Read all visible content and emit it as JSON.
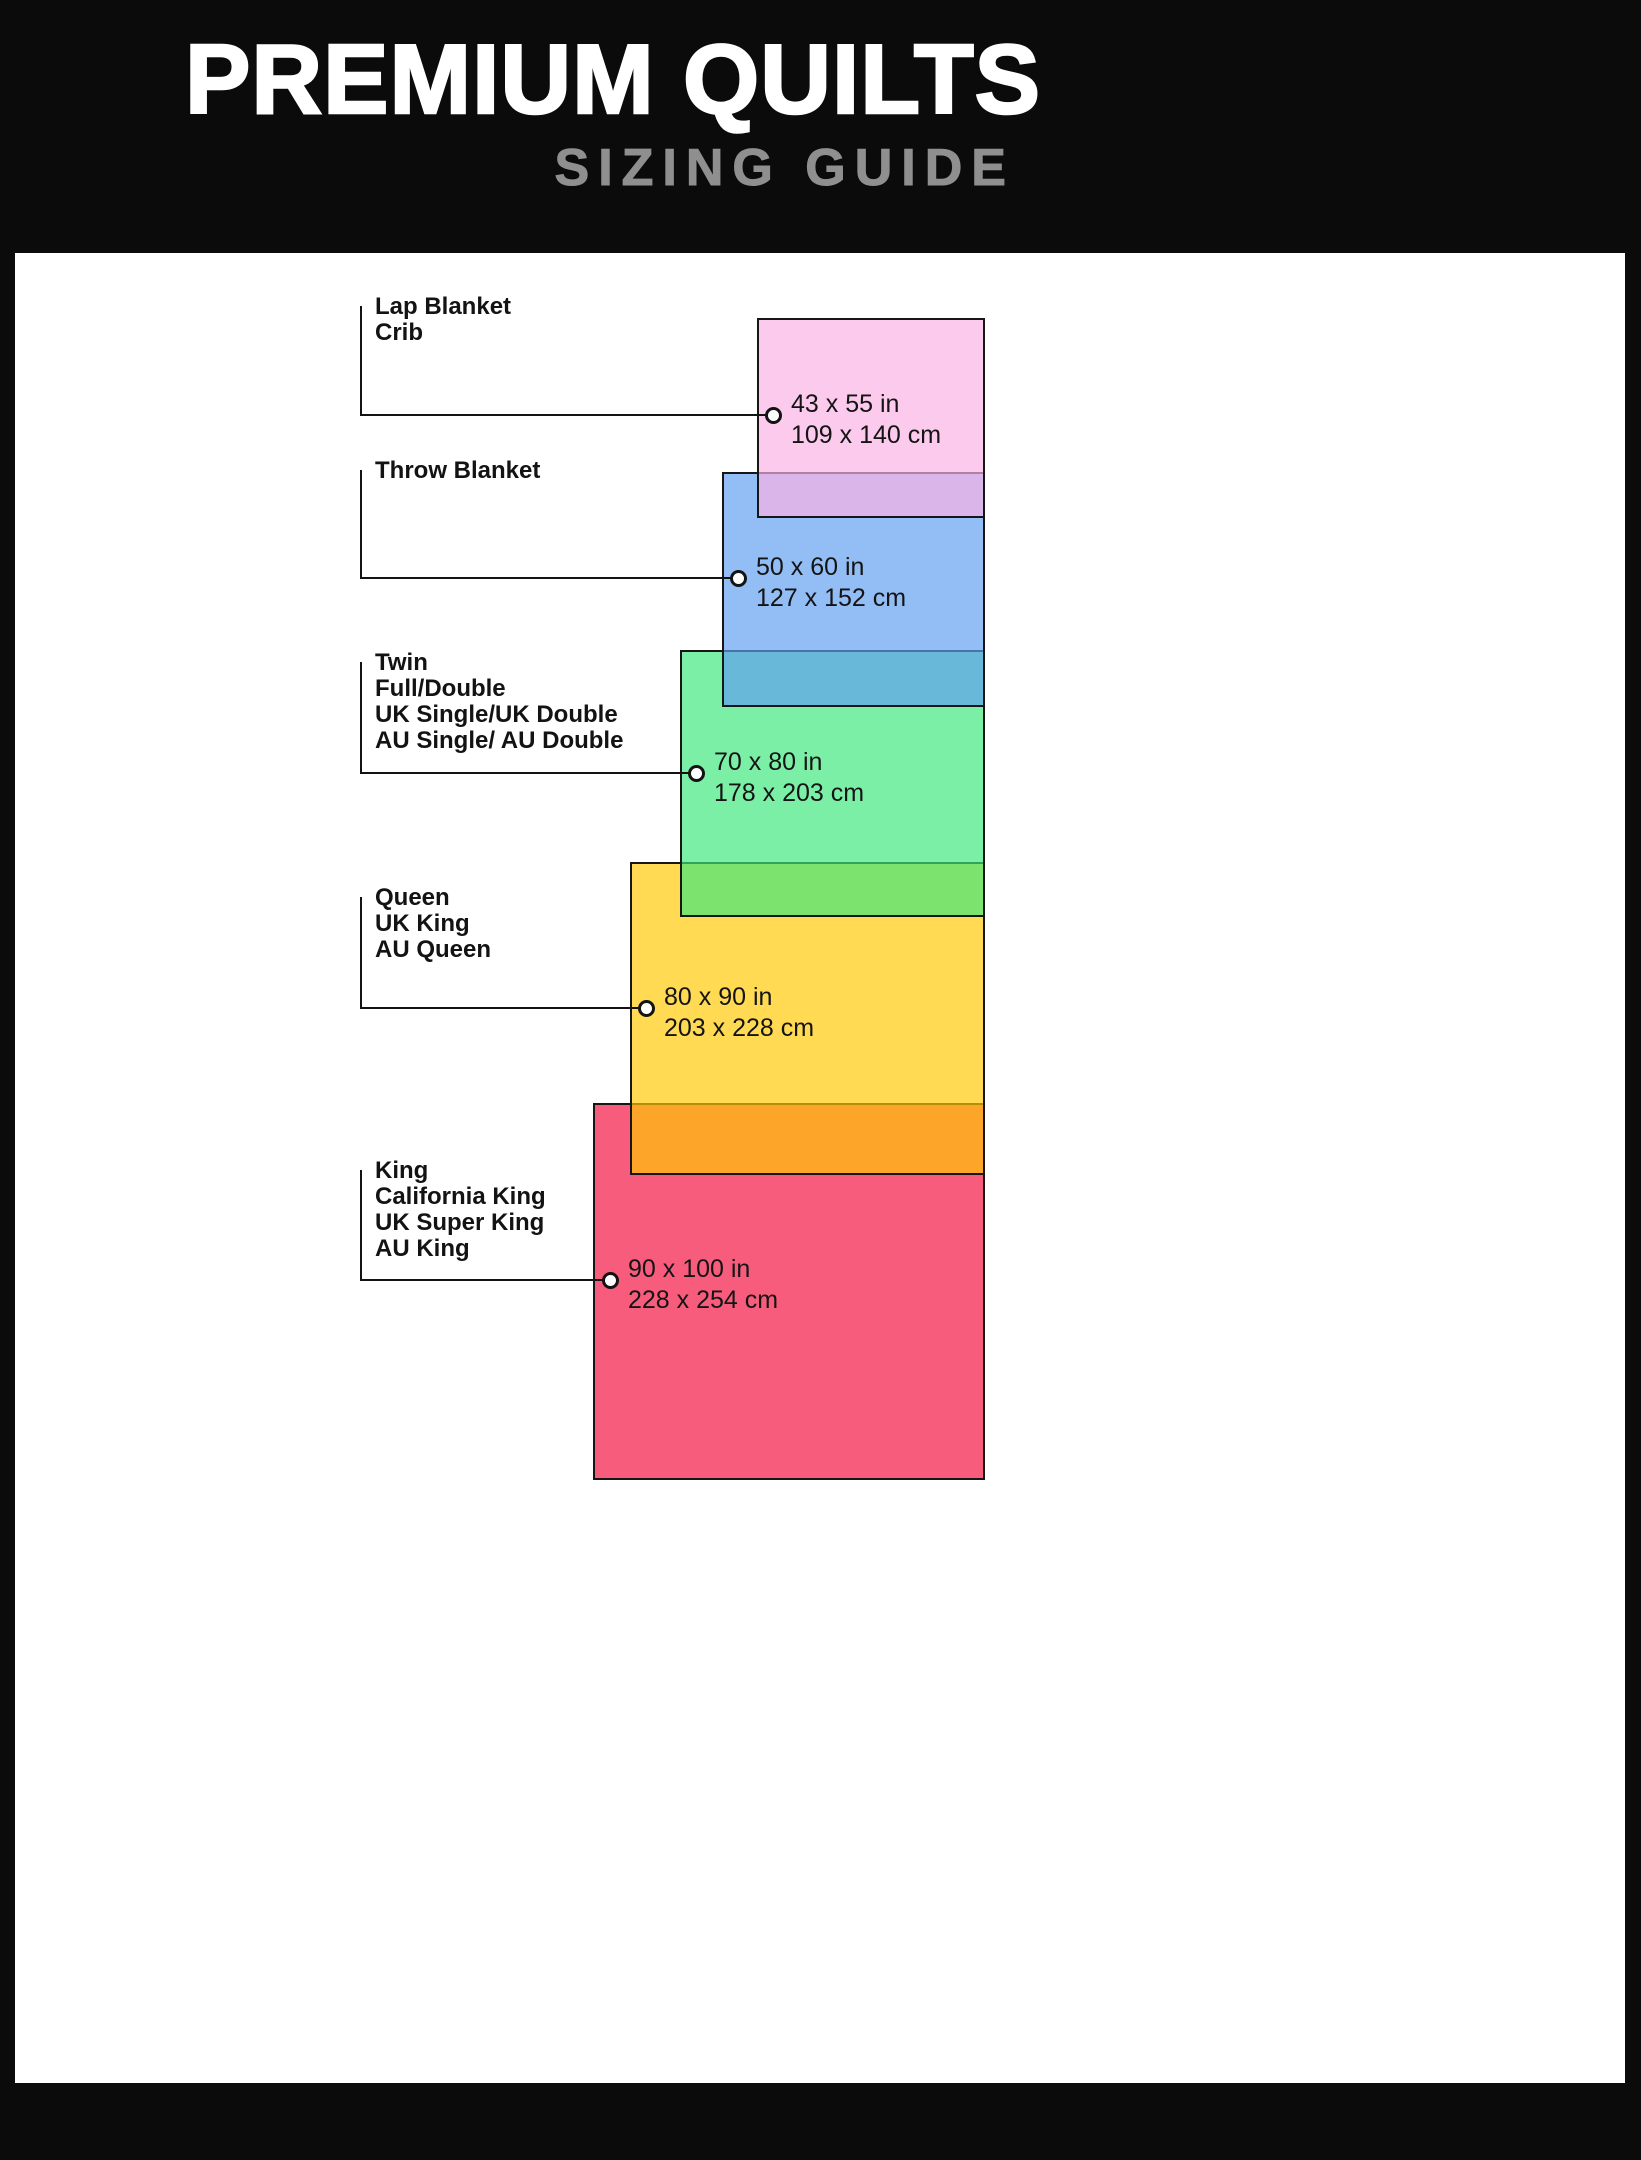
{
  "header": {
    "title": "PREMIUM QUILTS",
    "subtitle": "SIZING GUIDE",
    "background_color": "#0b0b0b",
    "title_color": "#ffffff",
    "subtitle_color": "#8f8f8f"
  },
  "panel_background": "#ffffff",
  "items": [
    {
      "id": "lap-blanket-crib",
      "labels": [
        "Lap Blanket",
        "Crib"
      ],
      "size_in": "43 x 55 in",
      "size_cm": "109 x 140 cm",
      "color": "#fab1e3"
    },
    {
      "id": "throw-blanket",
      "labels": [
        "Throw Blanket"
      ],
      "size_in": "50 x 60 in",
      "size_cm": "127 x 152 cm",
      "color": "#5f9df0"
    },
    {
      "id": "twin-full-double",
      "labels": [
        "Twin",
        "Full/Double",
        "UK Single/UK Double",
        "AU Single/ AU Double"
      ],
      "size_in": "70 x 80 in",
      "size_cm": "178 x 203 cm",
      "color": "#3ee77d"
    },
    {
      "id": "queen",
      "labels": [
        "Queen",
        "UK King",
        "AU Queen"
      ],
      "size_in": "80 x 90 in",
      "size_cm": "203 x 228 cm",
      "color": "#ffc800"
    },
    {
      "id": "king",
      "labels": [
        "King",
        "California King",
        "UK Super King",
        "AU King"
      ],
      "size_in": "90 x 100 in",
      "size_cm": "228 x 254 cm",
      "color": "#f50f40"
    }
  ]
}
